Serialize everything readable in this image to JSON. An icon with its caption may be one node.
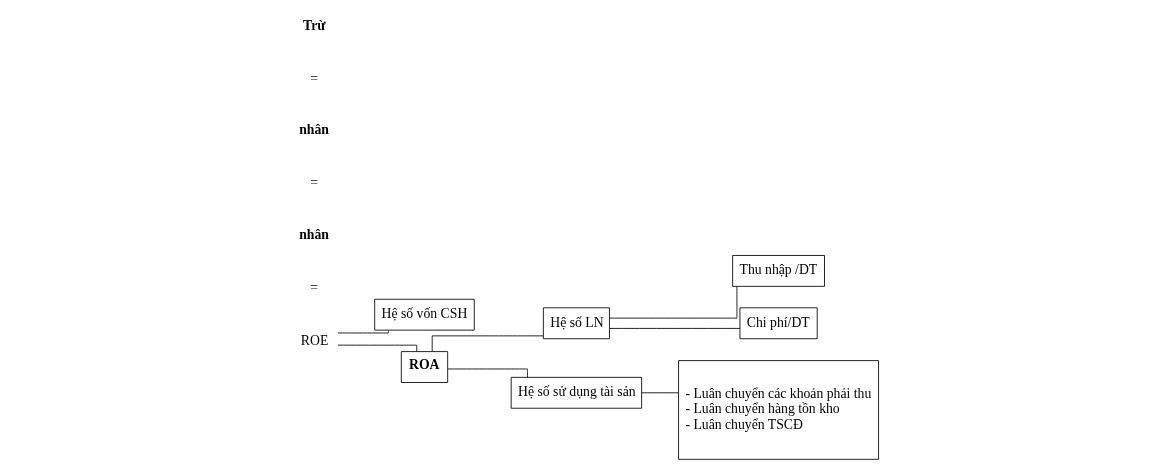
{
  "diagram": {
    "nodes": [
      {
        "text": [
          "ROE"
        ]
      },
      {
        "text": [
          "Hệ số vốn CSH"
        ]
      },
      {
        "text": [
          "ROA"
        ]
      },
      {
        "text": [
          "Hệ số LN"
        ]
      },
      {
        "text": [
          "Hệ số sử dụng tài sản"
        ]
      },
      {
        "text": [
          "Thu nhập /DT"
        ]
      },
      {
        "text": [
          "Chi phí/DT"
        ]
      },
      {
        "text": [
          "- Luân chuyển các khoản phải thu",
          "- Luân chuyển hàng tồn kho",
          "- Luân chuyển TSCĐ"
        ]
      }
    ],
    "edges": [
      {
        "from": 0,
        "to": 1,
        "arrow": "none"
      },
      {
        "from": 0,
        "to": 2,
        "arrow": "none"
      },
      {
        "from": 2,
        "to": 3,
        "arrow": "none"
      },
      {
        "from": 2,
        "to": 4,
        "arrow": "none"
      },
      {
        "from": 3,
        "to": 5,
        "arrow": "none"
      },
      {
        "from": 3,
        "to": 6,
        "arrow": "none"
      },
      {
        "from": 4,
        "to": 7,
        "arrow": "none"
      }
    ],
    "labels": [
      "=",
      "nhân",
      "=",
      "nhân",
      "=",
      "Trừ"
    ]
  }
}
